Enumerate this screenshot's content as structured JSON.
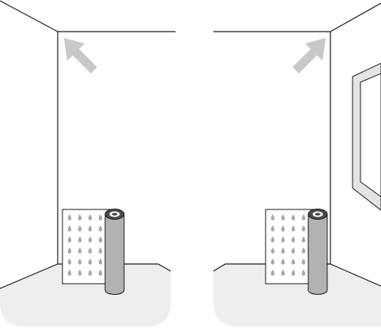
{
  "illustration": {
    "panels": [
      {
        "id": "left",
        "arrow_direction": "up-left",
        "has_window": false,
        "has_wallpaper_roll": true
      },
      {
        "id": "right",
        "arrow_direction": "up-right",
        "has_window": true,
        "has_wallpaper_roll": true
      }
    ],
    "wallpaper_pattern": "raindrop",
    "colors": {
      "line": "#1a1a1a",
      "floor": "#eeeeee",
      "arrow": "#c8c8c8",
      "drop": "#a9a9a9",
      "roll_body": "#b2b2b2",
      "roll_top": "#4a4a4a",
      "paper": "#ffffff"
    }
  }
}
